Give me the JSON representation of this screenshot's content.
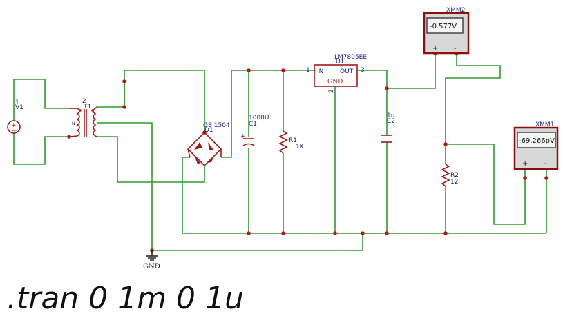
{
  "components": {
    "source": {
      "ref": "V1",
      "value": "1"
    },
    "transformer": {
      "ref": "T1",
      "pin": "2",
      "tap": "N"
    },
    "bridge": {
      "part": "GBJ1504",
      "ref": "D1"
    },
    "cap1": {
      "value": "1000U",
      "ref": "C1",
      "polarity": "+"
    },
    "res1": {
      "ref": "R1",
      "value": "1K"
    },
    "regulator": {
      "part": "LM7805EE",
      "ref": "U1",
      "pin_in": "1",
      "pin_out": "3",
      "pin_gnd": "2",
      "label_in": "IN",
      "label_out": "OUT",
      "label_gnd": "GND"
    },
    "cap2": {
      "value": "1u",
      "ref": "C2"
    },
    "res2": {
      "ref": "R2",
      "value": "12"
    },
    "ground": {
      "label": "GND"
    }
  },
  "meters": {
    "xmm2": {
      "name": "XMM2",
      "reading": "-0.577V",
      "plus": "+",
      "minus": "-"
    },
    "xmm1": {
      "name": "XMM1",
      "reading": "-69.266pV",
      "plus": "+",
      "minus": "-"
    }
  },
  "sim_command": ".tran 0 1m 0 1u",
  "colors": {
    "wire": "#2e9b2e",
    "component": "#a01818",
    "label": "#1a1a8c",
    "junction": "#c01010"
  }
}
